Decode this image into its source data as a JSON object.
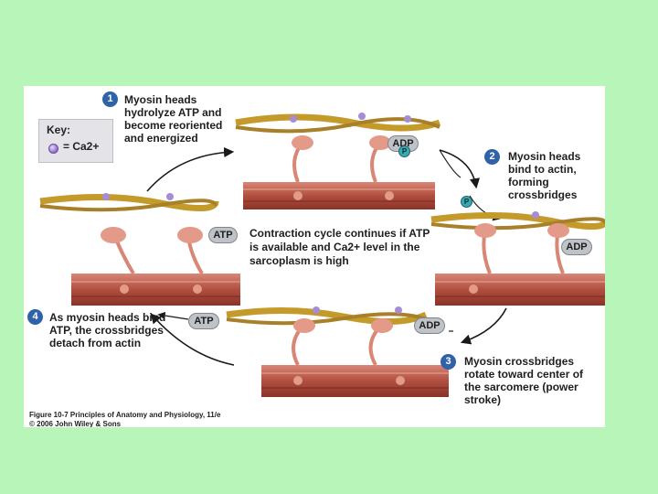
{
  "key": {
    "title": "Key:",
    "legend": "= Ca2+"
  },
  "steps": [
    {
      "number": "1",
      "text": "Myosin heads hydrolyze ATP and become reoriented and energized"
    },
    {
      "number": "2",
      "text": "Myosin heads bind to actin, forming crossbridges"
    },
    {
      "number": "3",
      "text": "Myosin crossbridges rotate toward center of the sarcomere (power stroke)"
    },
    {
      "number": "4",
      "text": "As myosin heads bind ATP, the crossbridges detach from actin"
    }
  ],
  "center_text": "Contraction cycle continues if ATP is available and Ca2+ level in the sarcoplasm is high",
  "labels": {
    "atp": "ATP",
    "adp": "ADP",
    "p": "P"
  },
  "caption": {
    "line1": "Figure 10-7  Principles of Anatomy and Physiology, 11/e",
    "line2": "© 2006 John Wiley & Sons"
  },
  "colors": {
    "background": "#b8f5b8",
    "step_badge": "#2f62a8",
    "actin": "#d9b43a",
    "myosin": "#b35a4a",
    "calcium": "#8e6cc8"
  }
}
